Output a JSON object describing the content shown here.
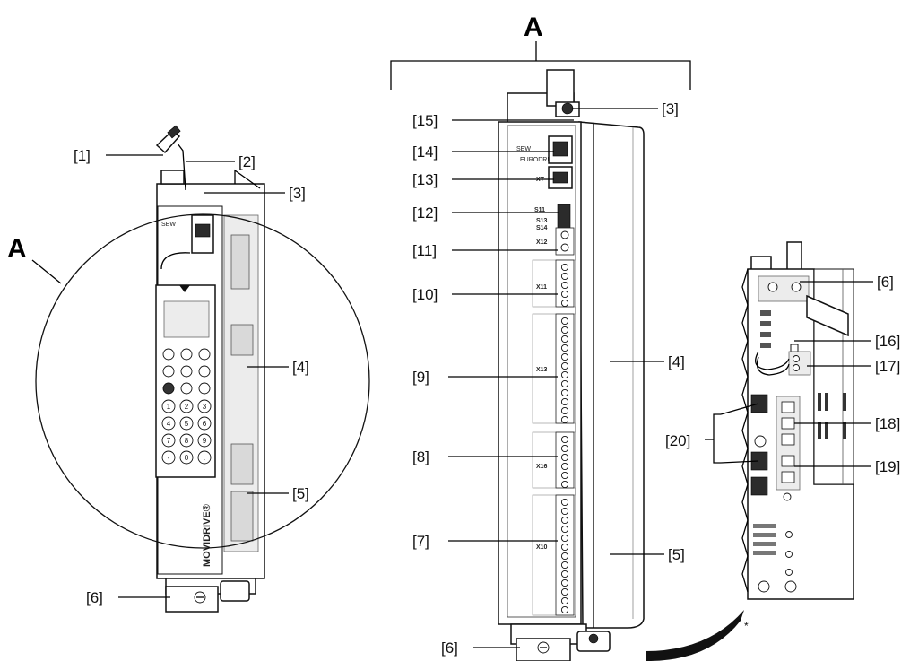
{
  "figure": {
    "big_labels": {
      "left": "A",
      "top": "A"
    },
    "callouts": {
      "c1": "[1]",
      "c2": "[2]",
      "c3_left": "[3]",
      "c4_left": "[4]",
      "c5_left": "[5]",
      "c6_left": "[6]",
      "c15": "[15]",
      "c14": "[14]",
      "c13": "[13]",
      "c12": "[12]",
      "c11": "[11]",
      "c10": "[10]",
      "c9": "[9]",
      "c8": "[8]",
      "c7": "[7]",
      "c3_mid": "[3]",
      "c4_mid": "[4]",
      "c5_mid": "[5]",
      "c6_mid": "[6]",
      "c6_right": "[6]",
      "c16": "[16]",
      "c17": "[17]",
      "c18": "[18]",
      "c19": "[19]",
      "c20": "[20]"
    },
    "terminal_labels": {
      "s11": "S11",
      "s13": "S13",
      "s14": "S14",
      "x12": "X12",
      "x11": "X11",
      "x13": "X13",
      "x16": "X16",
      "x10": "X10",
      "xt": "XT"
    },
    "brand": {
      "sew": "SEW",
      "movidrive": "MOVIDRIVE®",
      "eurodrive": "EURODRIVE"
    },
    "keypad": {
      "keys": [
        "1",
        "2",
        "3",
        "4",
        "5",
        "6",
        "7",
        "8",
        "9",
        "-",
        "0",
        "."
      ]
    },
    "asterisk": "*"
  }
}
